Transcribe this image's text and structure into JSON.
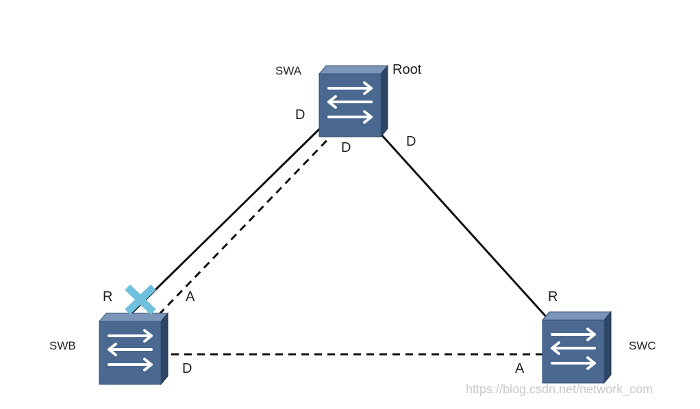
{
  "switches": {
    "swa": {
      "name": "SWA",
      "role": "Root"
    },
    "swb": {
      "name": "SWB"
    },
    "swc": {
      "name": "SWC"
    }
  },
  "ports": {
    "swa_to_swb_solid": "D",
    "swa_to_swb_dashed": "D",
    "swa_to_swc": "D",
    "swb_to_swa": "R",
    "swb_to_swa_dashed": "A",
    "swb_to_swc": "D",
    "swc_to_swa": "R",
    "swc_to_swb": "A"
  },
  "links": [
    {
      "from": "SWA",
      "to": "SWB",
      "style": "solid",
      "state": "blocked"
    },
    {
      "from": "SWA",
      "to": "SWB",
      "style": "dashed"
    },
    {
      "from": "SWA",
      "to": "SWC",
      "style": "solid"
    },
    {
      "from": "SWB",
      "to": "SWC",
      "style": "dashed"
    }
  ],
  "colors": {
    "switch_face": "#4a6890",
    "switch_side": "#2e4666",
    "switch_top": "#7b95b8",
    "block_mark": "#6fc0dc",
    "line": "#111111"
  },
  "watermark": "https://blog.csdn.net/network_com"
}
